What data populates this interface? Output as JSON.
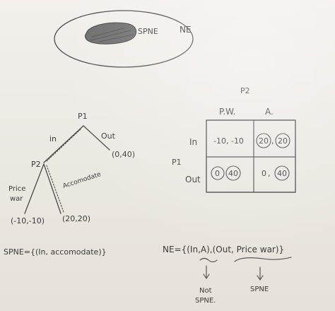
{
  "venn": {
    "inner_label": "SPNE",
    "outer_label": "NE"
  },
  "tree": {
    "p1_label": "P1",
    "p2_label": "P2",
    "in_label": "in",
    "out_label": "Out",
    "out_payoff": "(0,40)",
    "price_war_label_line1": "Price",
    "price_war_label_line2": "war",
    "accommodate_label": "Accomodate",
    "price_war_payoff": "(-10,-10)",
    "accommodate_payoff": "(20,20)"
  },
  "matrix": {
    "p2_label": "P2",
    "p1_label": "P1",
    "col_headers": [
      "P.W.",
      "A."
    ],
    "row_headers": [
      "In",
      "Out"
    ],
    "cells": [
      [
        [
          "-10",
          "-10"
        ],
        [
          "20",
          "20"
        ]
      ],
      [
        [
          "0",
          "40"
        ],
        [
          "0",
          "40"
        ]
      ]
    ],
    "circled": [
      [
        [
          false,
          false
        ],
        [
          true,
          true
        ]
      ],
      [
        [
          true,
          true
        ],
        [
          false,
          true
        ]
      ]
    ]
  },
  "spne_statement": "SPNE={(In, accomodate)}",
  "ne_statement": "NE={(In,A),(Out, Price war)}",
  "annotations": {
    "not_spne_line1": "Not",
    "not_spne_line2": "SPNE.",
    "spne": "SPNE"
  }
}
